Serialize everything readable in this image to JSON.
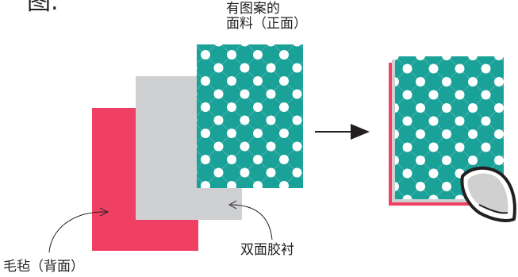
{
  "figure_label": "图.",
  "labels": {
    "patterned_fabric_line1": "有图案的",
    "patterned_fabric_line2": "面料（正面）",
    "felt_back": "毛毡（背面）",
    "double_sided_interfacing": "双面胶衬"
  },
  "colors": {
    "felt": "#ef3f63",
    "interfacing": "#cfd0d2",
    "fabric": "#1aa198",
    "dot": "#ffffff",
    "iron_shell": "#2b2b2b",
    "iron_plate": "#d0d0d0"
  },
  "icons": [
    "arrow-right-icon",
    "iron-icon"
  ]
}
